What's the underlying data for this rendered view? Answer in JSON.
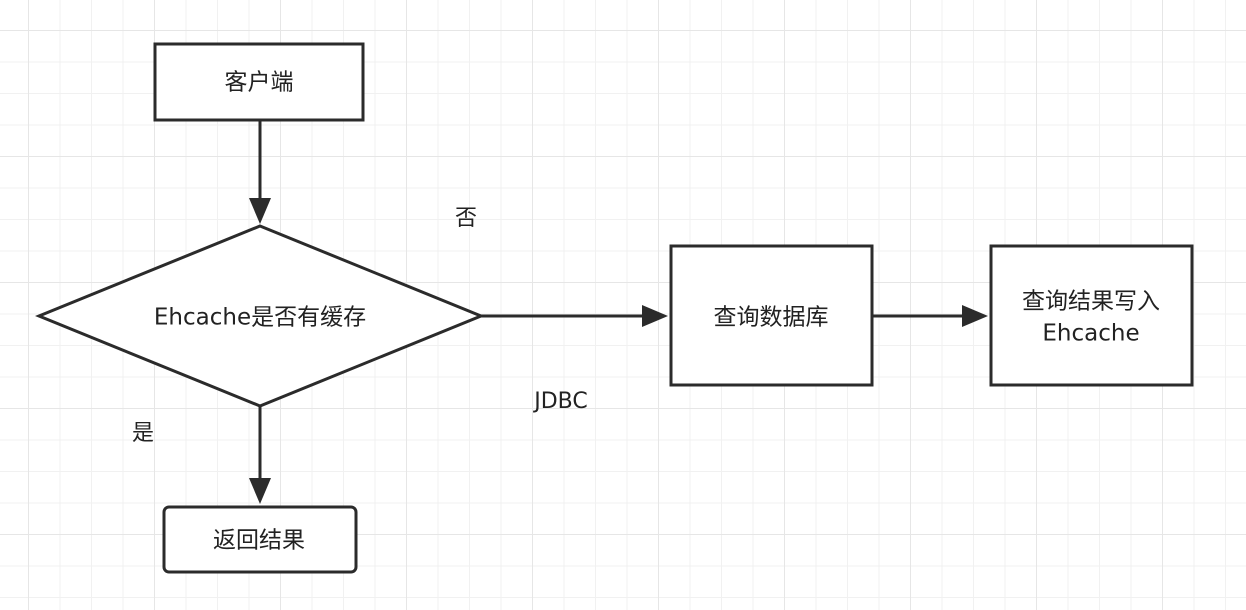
{
  "diagram": {
    "nodes": {
      "client": {
        "label": "客户端"
      },
      "decision": {
        "label": "Ehcache是否有缓存"
      },
      "query_db": {
        "label": "查询数据库"
      },
      "write_cache": {
        "label_line1": "查询结果写入",
        "label_line2": "Ehcache"
      },
      "return_result": {
        "label": "返回结果"
      }
    },
    "edges": {
      "no": {
        "label": "否"
      },
      "jdbc": {
        "label": "JDBC"
      },
      "yes": {
        "label": "是"
      }
    },
    "colors": {
      "stroke": "#2b2b2b",
      "node_fill": "#ffffff",
      "text": "#222222",
      "grid": "#e6e6e6"
    }
  }
}
